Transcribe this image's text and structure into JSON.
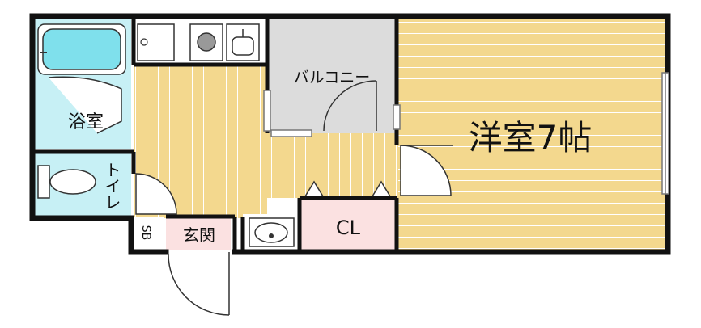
{
  "rooms": {
    "western_room": "洋室7帖",
    "bath": "浴室",
    "toilet": "トイレ",
    "balcony": "バルコニー",
    "closet": "CL",
    "entrance": "玄関",
    "shoe_box": "SB"
  },
  "colors": {
    "wall": "#111111",
    "floor_wood": "#f3d88e",
    "floor_line": "#ffffff",
    "wet_area": "#c7f0f5",
    "balcony": "#dcdcdc",
    "closet": "#fbe1e1",
    "entrance": "#fbe1e1",
    "white": "#ffffff"
  },
  "fixtures": [
    "bathtub-icon",
    "washer-icon",
    "stove-icon",
    "sink-icon",
    "toilet-icon",
    "wash-basin-icon"
  ]
}
